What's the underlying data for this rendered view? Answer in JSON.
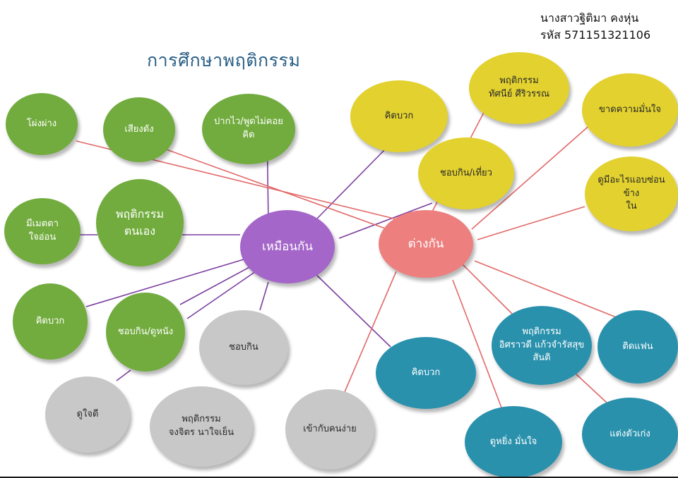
{
  "title": "การศึกษาพฤติกรรม",
  "author": {
    "name": "นางสาวฐิติมา คงหุ่น",
    "student_id": "รหัส 571151321106"
  },
  "colors": {
    "green": "#72ac3e",
    "yellow": "#e2d12e",
    "grey": "#c8c8c8",
    "blue": "#2a91ad",
    "purple": "#a466c9",
    "pink": "#ee7f7f",
    "purple_line": "#7b3fa0",
    "red_line": "#e26868"
  },
  "diagram": {
    "hubs": {
      "same": "เหมือนกัน",
      "different": "ต่างกัน"
    },
    "nodes": {
      "boast": "โผ่งผ่าง",
      "loud": "เสียงดัง",
      "speak_fast": "ปากไว/พูดไม่คอย\nคิด",
      "self_behavior": "พฤติกรรม\nตนเอง",
      "kind": "มีเมตตา ใจอ่อน",
      "think_positive_left": "คิดบวก",
      "like_eat_movie": "ชอบกิน/ดูหนัง",
      "looks_kind": "ดูใจดี",
      "like_eat": "ชอบกิน",
      "jongjit_behavior": "พฤติกรรม\nจงจิตร นาใจเย็น",
      "easygoing": "เข้ากับคนง่าย",
      "think_positive_top": "คิดบวก",
      "tatnee_behavior": "พฤติกรรม\nทัศนีย์ ศีริวรรณ",
      "lacks_confidence": "ขาดความมั่นใจ",
      "like_eat_travel": "ชอบกิน/เที่ยว",
      "curious": "ดูมีอะไรแอบซ่อนข้าง\nใน",
      "think_positive_bottom": "คิดบวก",
      "atsarawadee_behavior": "พฤติกรรม\nอิศราวดี แก้วจำรัสสุข\nสันติ",
      "fan_addict": "ติดแฟน",
      "proud_confident": "ดูหยิ่ง มั่นใจ",
      "dresses_well": "แต่งตัวเก่ง"
    }
  }
}
